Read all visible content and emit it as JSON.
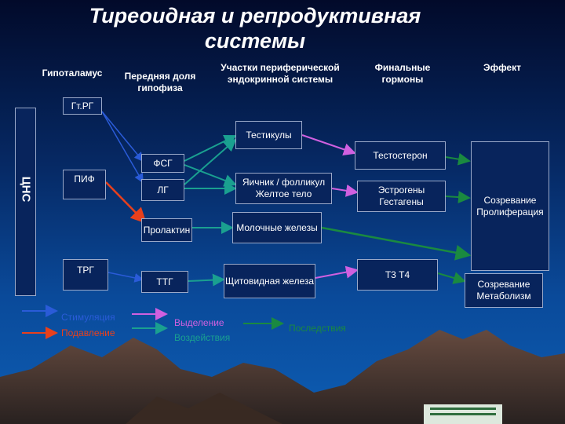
{
  "title": "Тиреоидная и репродуктивная системы",
  "headers": {
    "hypothalamus": "Гипоталамус",
    "pituitary": "Передняя доля гипофиза",
    "peripheral": "Участки периферической эндокринной системы",
    "final_hormones": "Финальные гормоны",
    "effect": "Эффект"
  },
  "side_label": "ЦНС",
  "boxes": {
    "grg": "Гт.РГ",
    "testes": "Тестикулы",
    "testosterone": "Тестостерон",
    "fsg": "ФСГ",
    "pif": "ПИФ",
    "lg": "ЛГ",
    "ovary": "Яичник / фолликул Желтое тело",
    "estrogens": "Эстрогены Гестагены",
    "effect1": "Созревание Пролиферация",
    "prolactin": "Пролактин",
    "mammary": "Молочные железы",
    "trg": "ТРГ",
    "ttg": "ТТГ",
    "thyroid": "Щитовидная железа",
    "t3t4": "Т3 Т4",
    "effect2": "Созревание Метаболизм"
  },
  "legend": {
    "stimulation": "Стимуляция",
    "suppression": "Подавление",
    "secretion": "Выделение",
    "action": "Воздействия",
    "consequence": "Последствия"
  },
  "colors": {
    "stimulation": "#2a5bd8",
    "suppression": "#e8401c",
    "secretion": "#d060e0",
    "action": "#1aa090",
    "consequence": "#1a8a40"
  }
}
